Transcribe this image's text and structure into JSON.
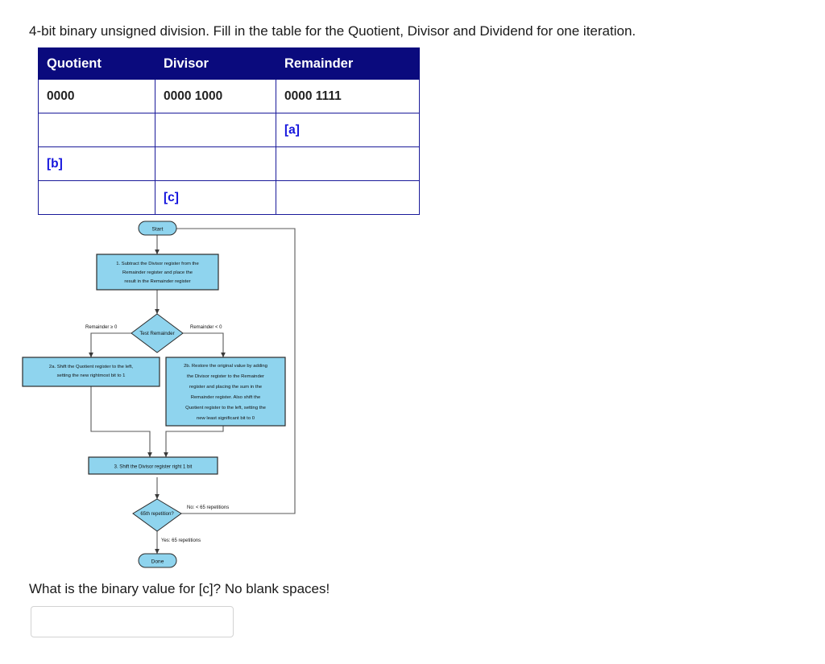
{
  "prompt": "4-bit binary unsigned division. Fill in the table for the Quotient, Divisor and Dividend for one iteration.",
  "table": {
    "headers": [
      "Quotient",
      "Divisor",
      "Remainder"
    ],
    "rows": [
      {
        "quotient": "0000",
        "divisor": "0000 1000",
        "remainder": "0000 1111"
      },
      {
        "quotient": "",
        "divisor": "",
        "remainder": "[a]"
      },
      {
        "quotient": "[b]",
        "divisor": "",
        "remainder": ""
      },
      {
        "quotient": "",
        "divisor": "[c]",
        "remainder": ""
      }
    ],
    "header_bg": "#0a0a7d",
    "header_color": "#ffffff",
    "border_color": "#1a1a9a",
    "placeholder_color": "#1414dd"
  },
  "flowchart": {
    "box_fill": "#8fd4ee",
    "box_stroke": "#1a1a1a",
    "line_color": "#4a4a4a",
    "start_label": "Start",
    "step1": "1.  Subtract the Divisor register from the Remainder register and place the result in the Remainder register",
    "step1_lines": [
      "1.  Subtract the Divisor register from the",
      "Remainder register and place the",
      "result in the Remainder register"
    ],
    "test_label": "Test Remainder",
    "branch_left_label": "Remainder ≥ 0",
    "branch_right_label": "Remainder < 0",
    "step2a_lines": [
      "2a.  Shift the Quotient register to the left,",
      "setting the new rightmost bit to 1"
    ],
    "step2b_lines": [
      "2b.  Restore the original value by adding",
      "the Divisor register to the Remainder",
      "register and placing the sum in the",
      "Remainder register. Also shift the",
      "Quotient register to the left, setting the",
      "new least significant bit to 0"
    ],
    "step3": "3.  Shift the Divisor register right 1 bit",
    "repetition_label": "65th repetition?",
    "no_label": "No: < 65 repetitions",
    "yes_label": "Yes: 65 repetitions",
    "done_label": "Done"
  },
  "question": "What is the binary value for [c]? No blank spaces!",
  "answer": {
    "value": "",
    "placeholder": ""
  }
}
